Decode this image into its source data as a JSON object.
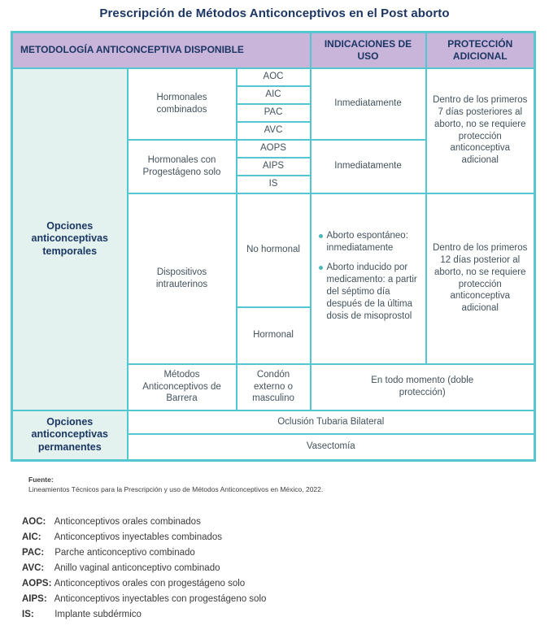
{
  "title": "Prescripción de Métodos Anticonceptivos en el Post aborto",
  "colors": {
    "border_teal": "#53c6d1",
    "header_purple": "#c9b5da",
    "category_mint": "#e3f2ee",
    "navy_text": "#1c3664",
    "cell_text": "#44525c",
    "bullet_teal": "#4eb5ba"
  },
  "table": {
    "header": {
      "methodology": "METODOLOGÍA ANTICONCEPTIVA DISPONIBLE",
      "indications": "INDICACIONES DE USO",
      "protection": "PROTECCIÓN ADICIONAL"
    },
    "temporales": {
      "label": "Opciones anticonceptivas temporales",
      "hormonales_combinados": {
        "label": "Hormonales combinados",
        "methods": [
          "AOC",
          "AIC",
          "PAC",
          "AVC"
        ],
        "indication": "Inmediatamente"
      },
      "progestageno": {
        "label": "Hormonales con Progestágeno solo",
        "methods": [
          "AOPS",
          "AIPS",
          "IS"
        ],
        "indication": "Inmediatamente"
      },
      "protection_7": "Dentro de los primeros 7 días posteriores al aborto, no se requiere protección anticonceptiva adicional",
      "diu": {
        "label": "Dispositivos intrauterinos",
        "types": [
          "No hormonal",
          "Hormonal"
        ],
        "indications": [
          "Aborto espontáneo: inmediatamente",
          "Aborto inducido por medicamento: a partir del séptimo día después de la última dosis de misoprostol"
        ],
        "protection": "Dentro de los primeros 12 días posterior al aborto, no se requiere protección anticonceptiva adicional"
      },
      "barrera": {
        "label": "Métodos Anticonceptivos de Barrera",
        "method": "Condón externo o masculino",
        "indication": "En todo momento (doble protección)"
      }
    },
    "permanentes": {
      "label": "Opciones anticonceptivas permanentes",
      "methods": [
        "Oclusión Tubaria Bilateral",
        "Vasectomía"
      ]
    }
  },
  "footer": {
    "fuente_label": "Fuente:",
    "fuente_text": "Lineamientos Técnicos para la Prescripción y uso de Métodos Anticonceptivos en México, 2022."
  },
  "glossary": [
    {
      "term": "AOC:",
      "definition": "Anticonceptivos orales combinados"
    },
    {
      "term": "AIC:",
      "definition": "Anticonceptivos inyectables combinados"
    },
    {
      "term": "PAC:",
      "definition": "Parche anticonceptivo combinado"
    },
    {
      "term": "AVC:",
      "definition": "Anillo vaginal anticonceptivo combinado"
    },
    {
      "term": "AOPS:",
      "definition": "Anticonceptivos orales con progestágeno solo"
    },
    {
      "term": "AIPS:",
      "definition": "Anticonceptivos inyectables con progestágeno solo"
    },
    {
      "term": "IS:",
      "definition": "Implante subdérmico"
    }
  ]
}
